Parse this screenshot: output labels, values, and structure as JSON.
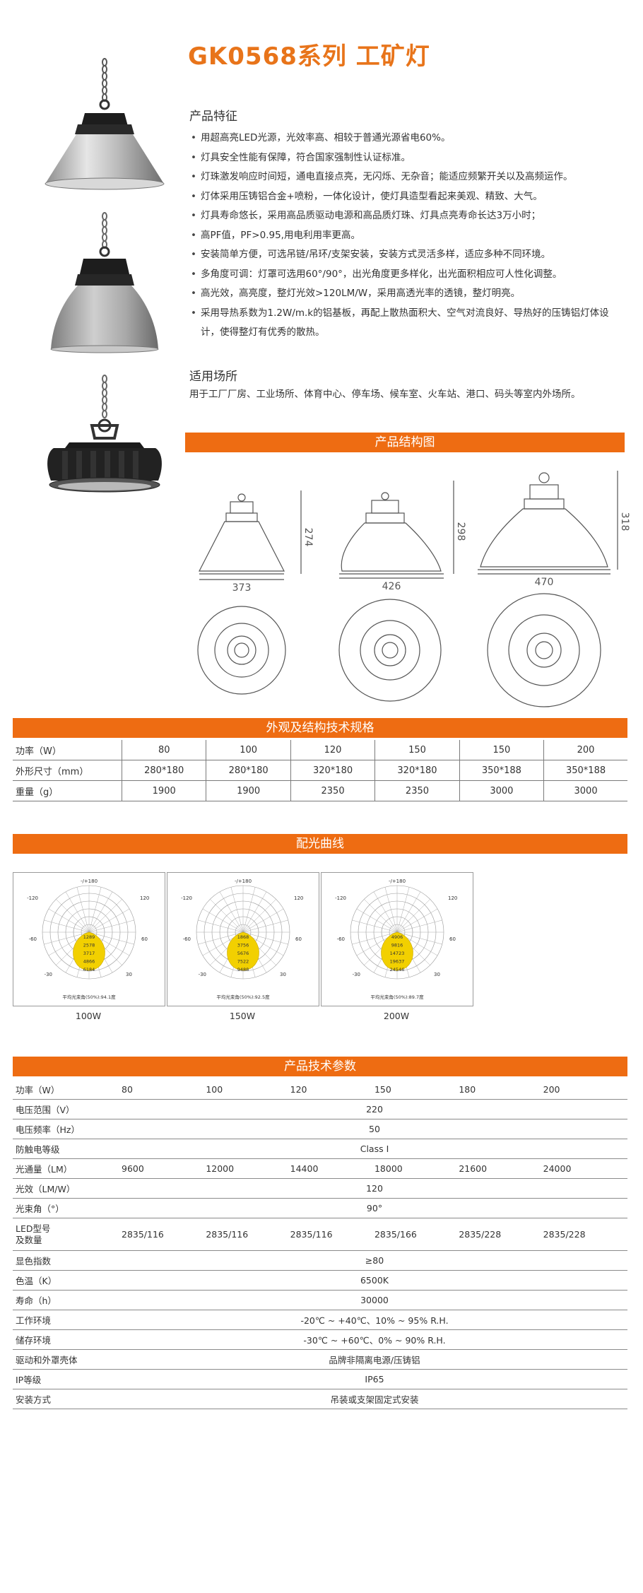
{
  "title": "GK0568系列  工矿灯",
  "features": {
    "heading": "产品特征",
    "items": [
      "用超高亮LED光源，光效率高、相较于普通光源省电60%。",
      "灯具安全性能有保障，符合国家强制性认证标准。",
      "灯珠激发响应时间短，通电直接点亮，无闪烁、无杂音；能适应频繁开关以及高频运作。",
      "灯体采用压铸铝合金+喷粉，一体化设计，使灯具造型看起来美观、精致、大气。",
      "灯具寿命悠长，采用高品质驱动电源和高品质灯珠、灯具点亮寿命长达3万小时；",
      "高PF值，PF>0.95,用电利用率更高。",
      "安装简单方便，可选吊链/吊环/支架安装，安装方式灵活多样，适应多种不同环境。",
      "多角度可调：灯罩可选用60°/90°，出光角度更多样化，出光面积相应可人性化调整。",
      "高光效，高亮度，整灯光效>120LM/W，采用高透光率的透镜，整灯明亮。",
      "采用导热系数为1.2W/m.k的铝基板，再配上散热面积大、空气对流良好、导热好的压铸铝灯体设计，使得整灯有优秀的散热。"
    ]
  },
  "application": {
    "heading": "适用场所",
    "text": "用于工厂厂房、工业场所、体育中心、停车场、候车室、火车站、港口、码头等室内外场所。"
  },
  "structure": {
    "bar_title": "产品结构图",
    "dims": [
      {
        "height": "274",
        "width": "373"
      },
      {
        "height": "298",
        "width": "426"
      },
      {
        "height": "318",
        "width": "470"
      }
    ]
  },
  "appearance": {
    "bar_title": "外观及结构技术规格",
    "rows": [
      {
        "label": "功率（W）",
        "values": [
          "80",
          "100",
          "120",
          "150",
          "150",
          "200"
        ]
      },
      {
        "label": "外形尺寸（mm）",
        "values": [
          "280*180",
          "280*180",
          "320*180",
          "320*180",
          "350*188",
          "350*188"
        ]
      },
      {
        "label": "重量（g）",
        "values": [
          "1900",
          "1900",
          "2350",
          "2350",
          "3000",
          "3000"
        ]
      }
    ]
  },
  "light_curve": {
    "bar_title": "配光曲线",
    "charts": [
      {
        "caption": "100W",
        "footer": "平均光束角(50%):94.1度",
        "values": [
          "1289",
          "2578",
          "3717",
          "4866",
          "6184"
        ]
      },
      {
        "caption": "150W",
        "footer": "平均光束角(50%):92.5度",
        "values": [
          "1868",
          "3756",
          "5676",
          "7522",
          "9488"
        ]
      },
      {
        "caption": "200W",
        "footer": "平均光束角(50%):89.7度",
        "values": [
          "4906",
          "9816",
          "14723",
          "19637",
          "24546"
        ]
      }
    ],
    "angle_labels": [
      "-/+180",
      "-120",
      "120",
      "-60",
      "60",
      "-30",
      "30"
    ]
  },
  "params": {
    "bar_title": "产品技术参数",
    "power": {
      "label": "功率（W）",
      "values": [
        "80",
        "100",
        "120",
        "150",
        "180",
        "200"
      ]
    },
    "voltage": {
      "label": "电压范围（V）",
      "value": "220"
    },
    "frequency": {
      "label": "电压频率（Hz）",
      "value": "50"
    },
    "shock": {
      "label": "防触电等级",
      "value": "Class Ⅰ"
    },
    "flux": {
      "label": "光通量（LM）",
      "values": [
        "9600",
        "12000",
        "14400",
        "18000",
        "21600",
        "24000"
      ]
    },
    "efficacy": {
      "label": "光效（LM/W）",
      "value": "120"
    },
    "beam": {
      "label": "光束角（°）",
      "value": "90°"
    },
    "led": {
      "label_1": "LED型号",
      "label_2": "及数量",
      "values": [
        "2835/116",
        "2835/116",
        "2835/116",
        "2835/166",
        "2835/228",
        "2835/228"
      ]
    },
    "cri": {
      "label": "显色指数",
      "value": "≥80"
    },
    "cct": {
      "label": "色温（K）",
      "value": "6500K"
    },
    "life": {
      "label": "寿命（h）",
      "value": "30000"
    },
    "work_env": {
      "label": "工作环境",
      "value": "-20℃ ~ +40℃、10% ~ 95% R.H."
    },
    "storage_env": {
      "label": "储存环境",
      "value": "-30℃ ~ +60℃、0% ~ 90% R.H."
    },
    "driver": {
      "label": "驱动和外罩壳体",
      "value": "品牌非隔离电源/压铸铝"
    },
    "ip": {
      "label": "IP等级",
      "value": "IP65"
    },
    "install": {
      "label": "安装方式",
      "value": "吊装或支架固定式安装"
    }
  },
  "colors": {
    "accent": "#e8741a",
    "bar": "#ee6c12",
    "polar_fill": "#f2d000"
  }
}
